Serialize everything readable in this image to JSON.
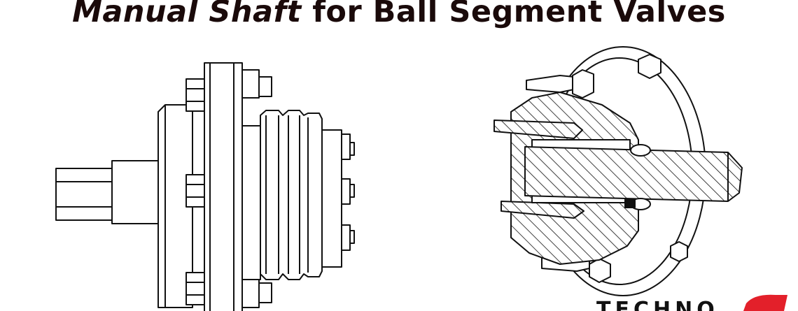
{
  "title": {
    "italic_part": "Manual Shaft",
    "rest": "for Ball Segment Valves"
  },
  "logo": {
    "text": "TECHNO",
    "accent_color": "#e3202a"
  },
  "colors": {
    "ink": "#111111",
    "title": "#1a0a0a"
  }
}
